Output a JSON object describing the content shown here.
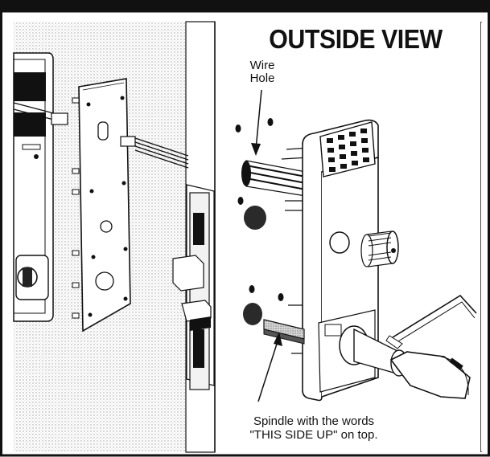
{
  "title": "OUTSIDE VIEW",
  "wire_hole_label": {
    "line1": "Wire",
    "line2": "Hole"
  },
  "spindle_label": {
    "line1": "Spindle with the words",
    "line2": "\"THIS SIDE UP\" on top."
  },
  "colors": {
    "ink": "#111111",
    "paper": "#ffffff",
    "shade": "#8a8a8a",
    "dark": "#2a2a2a"
  }
}
